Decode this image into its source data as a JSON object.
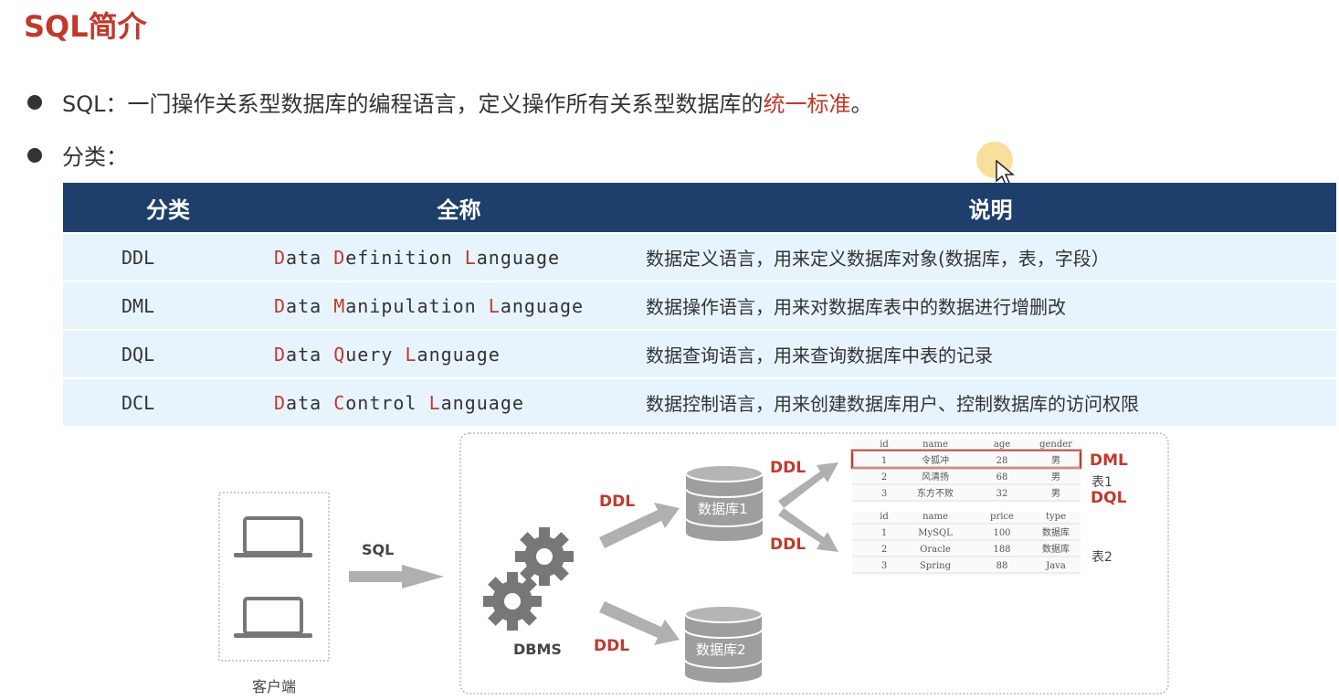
{
  "title": "SQL简介",
  "bullet1": {
    "before": "SQL：一门操作关系型数据库的编程语言，定义操作所有关系型数据库的",
    "highlight": "统一标准",
    "after": "。"
  },
  "bullet2": "分类：",
  "table": {
    "headers": [
      "分类",
      "全称",
      "说明"
    ],
    "rows": [
      {
        "abbr": "DDL",
        "words": [
          [
            "D",
            "ata"
          ],
          [
            "D",
            "efinition"
          ],
          [
            "L",
            "anguage"
          ]
        ],
        "desc": "数据定义语言，用来定义数据库对象(数据库，表，字段）"
      },
      {
        "abbr": "DML",
        "words": [
          [
            "D",
            "ata"
          ],
          [
            "M",
            "anipulation"
          ],
          [
            "L",
            "anguage"
          ]
        ],
        "desc": "数据操作语言，用来对数据库表中的数据进行增删改"
      },
      {
        "abbr": "DQL",
        "words": [
          [
            "D",
            "ata"
          ],
          [
            "Q",
            "uery"
          ],
          [
            "L",
            "anguage"
          ]
        ],
        "desc": "数据查询语言，用来查询数据库中表的记录"
      },
      {
        "abbr": "DCL",
        "words": [
          [
            "D",
            "ata"
          ],
          [
            "C",
            "ontrol"
          ],
          [
            "L",
            "anguage"
          ]
        ],
        "desc": "数据控制语言，用来创建数据库用户、控制数据库的访问权限"
      }
    ]
  },
  "diagram": {
    "client_label": "客户端",
    "sql_label": "SQL",
    "dbms_label": "DBMS",
    "ddl_label": "DDL",
    "dml_label": "DML",
    "dql_label": "DQL",
    "db1": "数据库1",
    "db2": "数据库2",
    "table1_label": "表1",
    "table2_label": "表2",
    "table1": {
      "headers": [
        "id",
        "name",
        "age",
        "gender"
      ],
      "rows": [
        [
          "1",
          "令狐冲",
          "28",
          "男"
        ],
        [
          "2",
          "风清扬",
          "68",
          "男"
        ],
        [
          "3",
          "东方不败",
          "32",
          "男"
        ]
      ]
    },
    "table2": {
      "headers": [
        "id",
        "name",
        "price",
        "type"
      ],
      "rows": [
        [
          "1",
          "MySQL",
          "100",
          "数据库"
        ],
        [
          "2",
          "Oracle",
          "188",
          "数据库"
        ],
        [
          "3",
          "Spring",
          "88",
          "Java"
        ]
      ]
    }
  },
  "colors": {
    "accent": "#c0392b",
    "header_bg": "#1e3f6b",
    "row_bg": "#e8f4fd",
    "arrow": "#b0b0b0"
  }
}
